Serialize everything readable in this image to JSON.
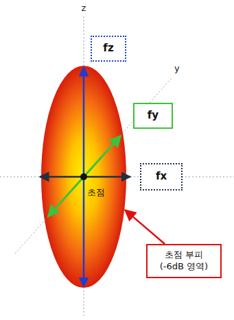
{
  "diagram": {
    "nodes": [
      {
        "text": [
          "초점"
        ]
      },
      {
        "text": [
          "fz"
        ]
      },
      {
        "text": [
          "fy"
        ]
      },
      {
        "text": [
          "fx"
        ]
      },
      {
        "text": [
          "초점 부피 (-6dB 영역)"
        ]
      }
    ],
    "edges": [
      {
        "from": 4,
        "to": 0,
        "arrow": "to"
      }
    ],
    "labels": [
      "z",
      "y"
    ]
  }
}
